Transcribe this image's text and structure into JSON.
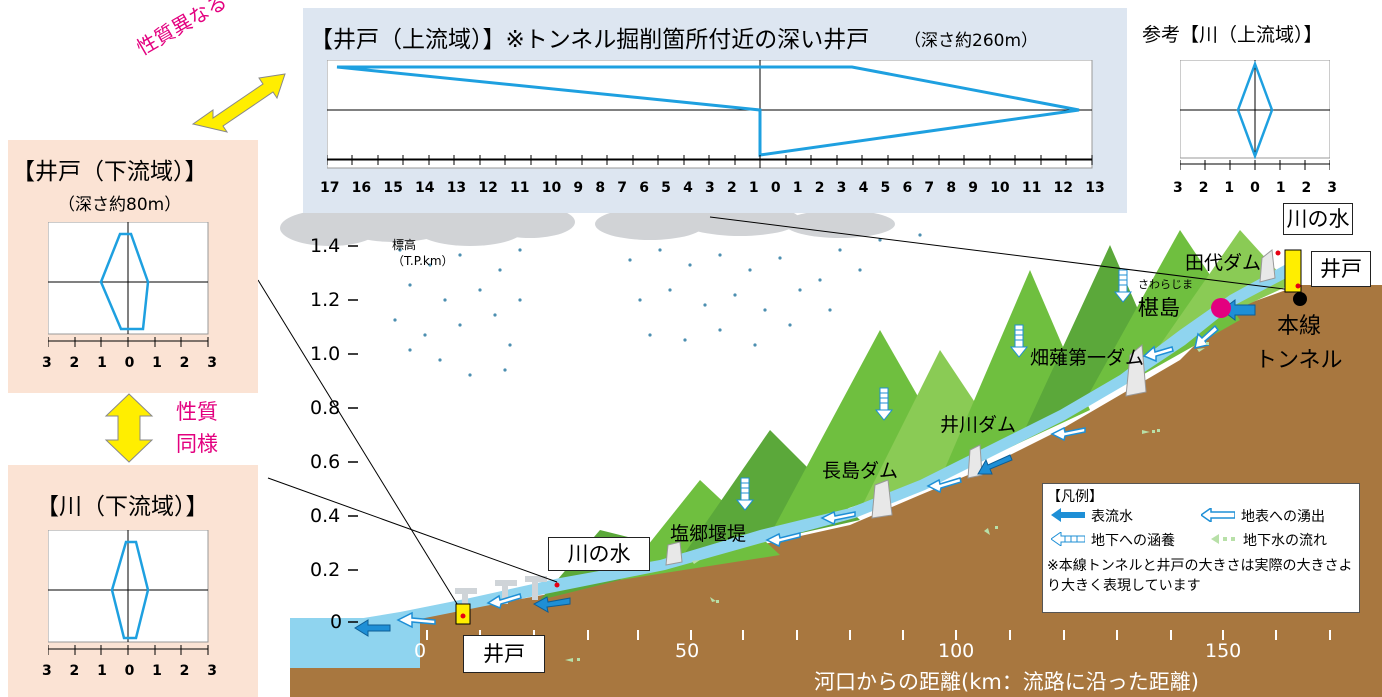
{
  "top_panel": {
    "title": "【井戸（上流域）】※トンネル掘削箇所付近の深い井戸",
    "title_note": "（深さ約260m）",
    "ticks": [
      "17",
      "16",
      "15",
      "14",
      "13",
      "12",
      "11",
      "10",
      "9",
      "8",
      "7",
      "6",
      "5",
      "4",
      "3",
      "2",
      "1",
      "0",
      "1",
      "2",
      "3",
      "4",
      "5",
      "6",
      "7",
      "8",
      "9",
      "10",
      "11",
      "12",
      "13"
    ]
  },
  "ref_panel": {
    "title": "参考【川（上流域）】",
    "ticks": [
      "3",
      "2",
      "1",
      "0",
      "1",
      "2",
      "3"
    ]
  },
  "annotations": {
    "differ": "性質異なる",
    "same_line1": "性質",
    "same_line2": "同様"
  },
  "left_well": {
    "title": "【井戸（下流域）】",
    "depth": "（深さ約80m）",
    "ticks": [
      "3",
      "2",
      "1",
      "0",
      "1",
      "2",
      "3"
    ]
  },
  "left_river": {
    "title": "【川（下流域）】",
    "ticks": [
      "3",
      "2",
      "1",
      "0",
      "1",
      "2",
      "3"
    ]
  },
  "diagram": {
    "y_ticks": [
      "1.4",
      "1.2",
      "1.0",
      "0.8",
      "0.6",
      "0.4",
      "0.2",
      "0"
    ],
    "y_unit_line1": "標高",
    "y_unit_line2": "（T.P.km）",
    "x_ticks": [
      "0",
      "50",
      "100",
      "150"
    ],
    "x_label": "河口からの距離(km：流路に沿った距離)",
    "place_labels": {
      "tashiro_dam": "田代ダム",
      "sawarajima_ruby": "さわらじま",
      "sawarajima": "椹島",
      "hatanagi_dam": "畑薙第一ダム",
      "ikawa_dam": "井川ダム",
      "nagashima_dam": "長島ダム",
      "shiogo_weir": "塩郷堰堤",
      "main_tunnel_line1": "本線",
      "main_tunnel_line2": "トンネル"
    },
    "callouts": {
      "upper_river": "川の水",
      "upper_well": "井戸",
      "lower_river": "川の水",
      "lower_well": "井戸"
    }
  },
  "legend": {
    "title": "【凡例】",
    "surface_water": "表流水",
    "upwelling": "地表への湧出",
    "recharge": "地下への涵養",
    "groundwater_flow": "地下水の流れ",
    "note": "※本線トンネルと井戸の大きさは実際の大きさより大きく表現しています"
  },
  "colors": {
    "ground": "#a8773f",
    "mountain": "#6fbf3f",
    "river": "#8fd4ef",
    "panel_bg": "#fbe3d4",
    "top_panel_bg": "#dde6f1",
    "hexagram": "#1ea0e0",
    "accent_pink": "#e3007f",
    "arrow_yellow": "#ffee00"
  }
}
